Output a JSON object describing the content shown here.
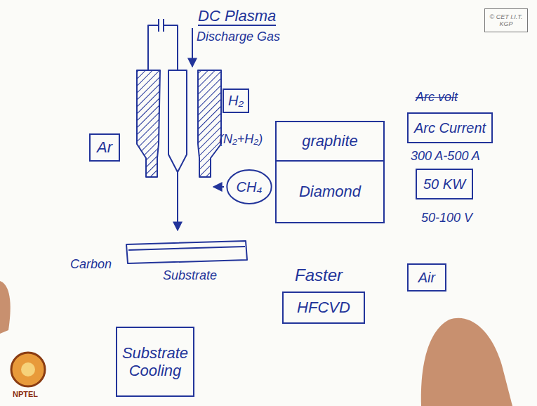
{
  "diagram": {
    "title": "DC Plasma",
    "nodes": [
      {
        "text": [
          "© CET I.I.T. KGP"
        ]
      },
      {
        "text": [
          "H₂"
        ]
      },
      {
        "text": [
          "Ar"
        ]
      },
      {
        "text": [
          "CH₄"
        ]
      },
      {
        "text": [
          "graphite"
        ]
      },
      {
        "text": [
          "Diamond"
        ]
      },
      {
        "text": [
          "Arc Current"
        ]
      },
      {
        "text": [
          "50 KW"
        ]
      },
      {
        "text": [
          "Air"
        ]
      },
      {
        "text": [
          "HFCVD"
        ]
      },
      {
        "text": [
          "Substrate Cooling"
        ]
      }
    ],
    "labels": [
      "Discharge Gas",
      "(N₂+H₂)",
      "Arc volt",
      "300 A-500 A",
      "50-100 V",
      "Carbon",
      "Substrate",
      "Faster",
      "NPTEL"
    ]
  }
}
